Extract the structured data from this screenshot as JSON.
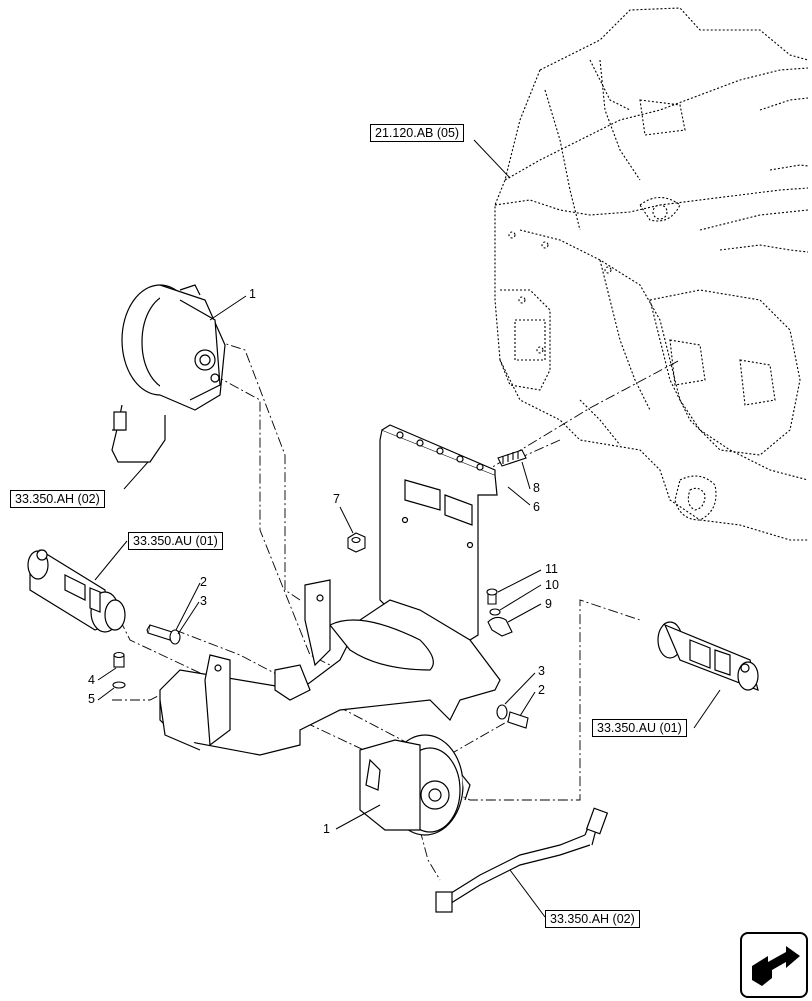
{
  "references": {
    "frame": "21.120.AB (05)",
    "brake_actuator_top": "33.350.AH (02)",
    "brake_cylinder_left": "33.350.AU (01)",
    "brake_cylinder_right": "33.350.AU (01)",
    "brake_actuator_bottom": "33.350.AH (02)"
  },
  "callouts": {
    "c1_top": "1",
    "c2_left": "2",
    "c3_left": "3",
    "c4": "4",
    "c5": "5",
    "c6": "6",
    "c7": "7",
    "c8": "8",
    "c9": "9",
    "c10": "10",
    "c11": "11",
    "c3_right": "3",
    "c2_right": "2",
    "c1_bottom": "1"
  },
  "nav_icon": "navigation-arrow-icon"
}
